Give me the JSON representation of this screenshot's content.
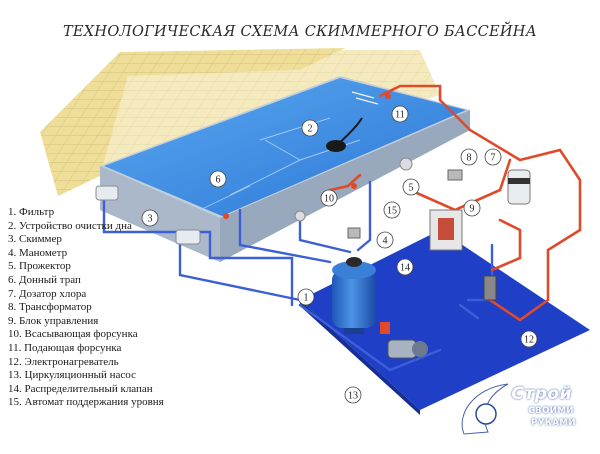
{
  "title": "ТЕХНОЛОГИЧЕСКАЯ СХЕМА СКИММЕРНОГО БАССЕЙНА",
  "legend": [
    "1. Фильтр",
    "2. Устройство очистки дна",
    "3. Скиммер",
    "4. Манометр",
    "5. Прожектор",
    "6. Донный трап",
    "7. Дозатор хлора",
    "8. Трансформатор",
    "9. Блок управления",
    "10. Всасывающая форсунка",
    "11. Подающая форсунка",
    "12. Электронагреватель",
    "13. Циркуляционный насос",
    "14. Распределительный клапан",
    "15. Автомат поддержания уровня"
  ],
  "callouts": [
    "1",
    "2",
    "3",
    "4",
    "5",
    "6",
    "7",
    "8",
    "9",
    "10",
    "11",
    "12",
    "13",
    "14",
    "15"
  ],
  "watermark": {
    "brand": "Строй",
    "line1": "СВОИМИ",
    "line2": "РУКАМИ"
  },
  "colors": {
    "pool_water": "#3f8fe0",
    "pool_wall": "#b9c6d6",
    "tiles": "#e9d98d",
    "floor": "#1f3fc7",
    "supply_pipe": "#e04a2a",
    "return_pipe": "#3d5fd6",
    "filter_tank": "#2a6fd2"
  }
}
